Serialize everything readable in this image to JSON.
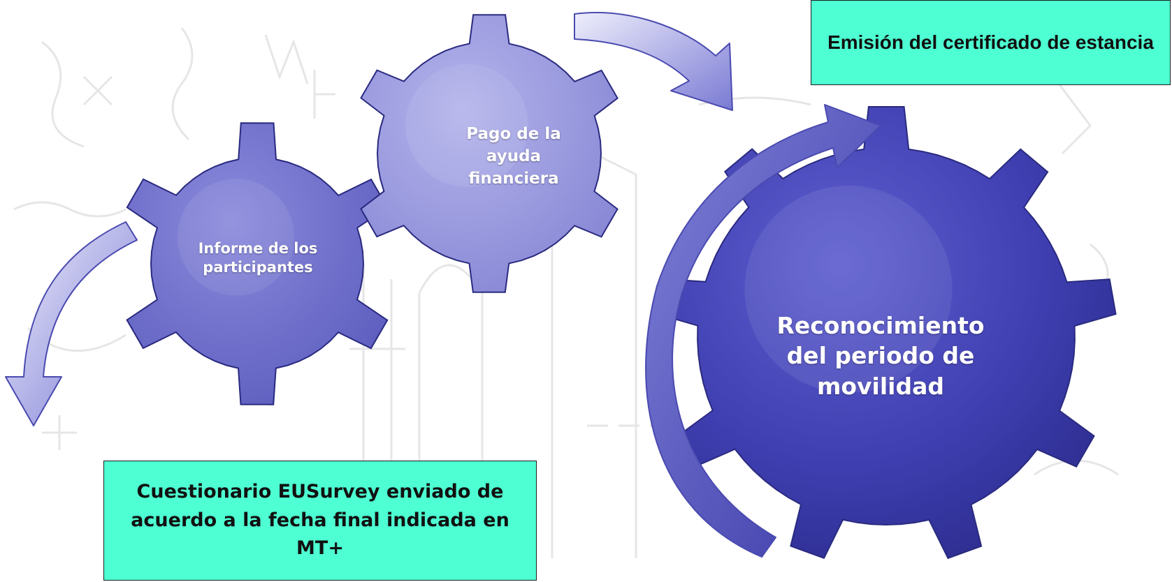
{
  "colors": {
    "gear_dark": "#3f3faf",
    "gear_light": "#9d9de0",
    "note_bg": "#4dffd2",
    "arrow": "#5b5bc4",
    "background_sketch": "#e7e7e7"
  },
  "gears": {
    "informe": "Informe de los participantes",
    "pago": "Pago de la ayuda financiera",
    "reconocimiento": "Reconocimiento del periodo de movilidad"
  },
  "notes": {
    "emision": "Emisión del certificado de estancia",
    "cuestionario": "Cuestionario EUSurvey enviado de acuerdo a la fecha final indicada en MT+"
  }
}
